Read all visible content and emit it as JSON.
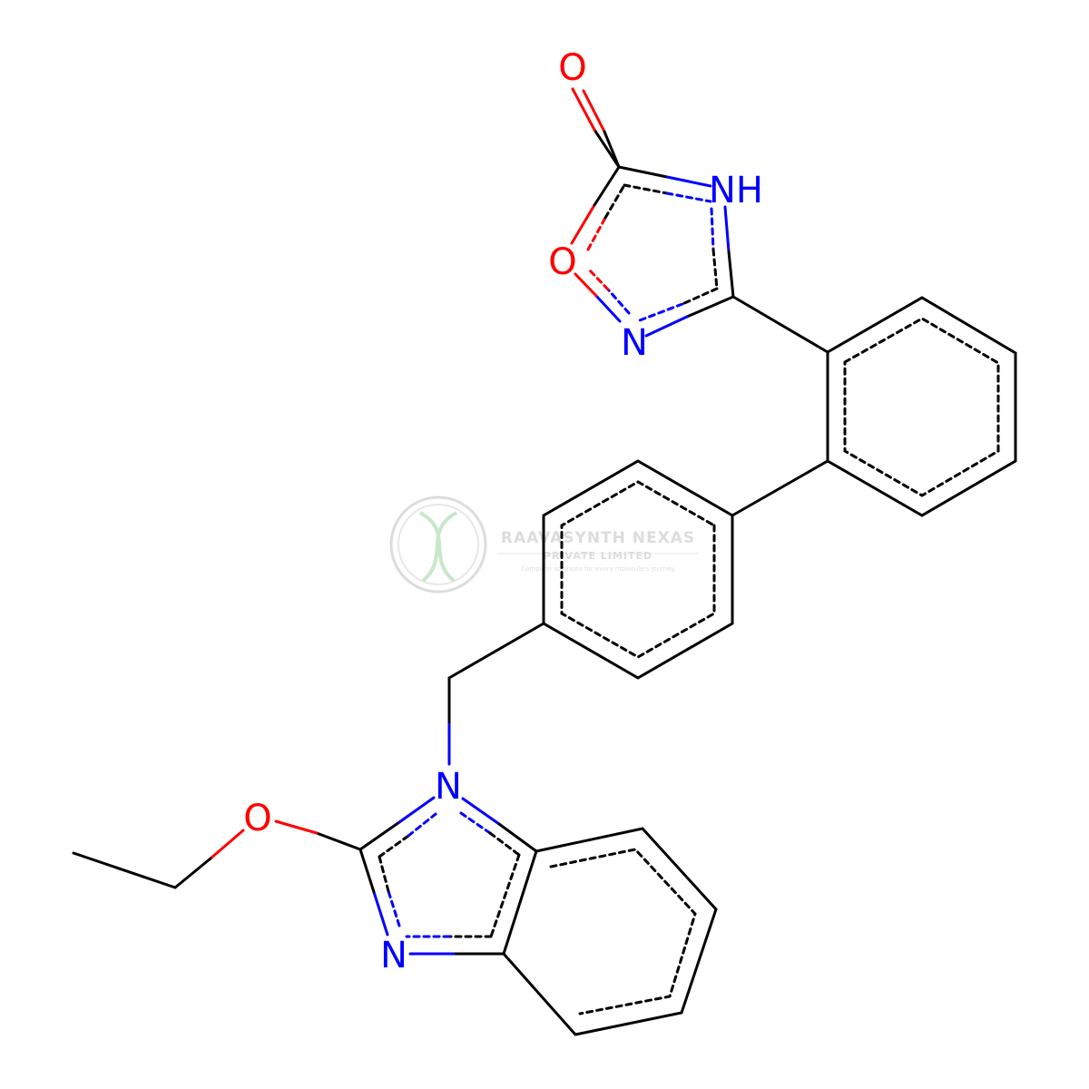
{
  "watermark": {
    "title": "RAAVASYNTH NEXAS",
    "subtitle": "PRIVATE LIMITED",
    "tagline": "Complete solutions for every molecule's journey"
  },
  "atoms": {
    "carbonyl_o": "O",
    "nh": "NH",
    "ring_o": "O",
    "ring_n": "N",
    "n1": "N",
    "n3": "N",
    "ether_o": "O"
  },
  "colors": {
    "bond": "#000000",
    "nitrogen": "#0000ff",
    "oxygen": "#ff0000",
    "watermark_text": "#b0b0b0",
    "watermark_icon": "#4caf50"
  }
}
